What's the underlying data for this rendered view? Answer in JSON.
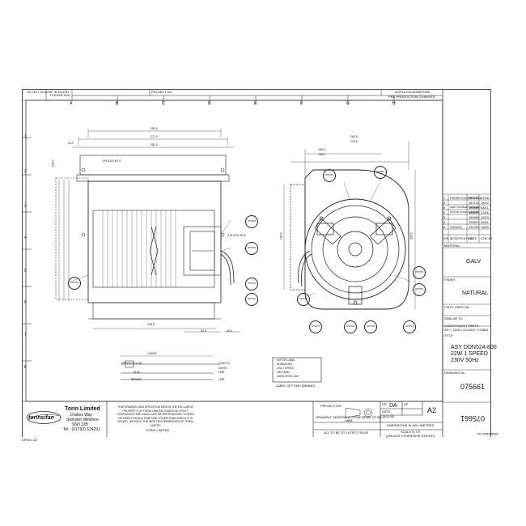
{
  "header": {
    "do_not_scale": "DO NOT SCALE",
    "if_in_doubt": "IF IN DOUBT PLEASE ASK",
    "project_no": "PROJECT No:",
    "alpha_issue": "ALPHA ISSUE/BEFORE",
    "pre_production": "PRE-PRODUCTION CHANGES"
  },
  "grid": {
    "columns": [
      "A",
      "B",
      "C",
      "D",
      "E",
      "F",
      "G",
      "H"
    ],
    "rows": [
      "1",
      "2",
      "3",
      "4",
      "5",
      "6",
      "7",
      "8"
    ]
  },
  "revision_table": {
    "rows": [
      {
        "iss": "7",
        "desc": "FINISH CORRECTED",
        "num": "220298",
        "date": "17/08"
      },
      {
        "iss": "6",
        "desc": "",
        "num": "187192",
        "date": "18/02"
      },
      {
        "iss": "5",
        "desc": "CERT NUMBER CHANGED",
        "num": "183083",
        "date": "08/11"
      },
      {
        "iss": "4",
        "desc": "MOTOR CODE CHANGED",
        "num": "180002",
        "date": "12/06"
      },
      {
        "iss": "3",
        "desc": "",
        "num": "169960",
        "date": "15/03"
      },
      {
        "iss": "2",
        "desc": "",
        "num": "233997",
        "date": "09/01"
      },
      {
        "iss": "A",
        "desc": "ISSUED",
        "num": "231393",
        "date": "18/09"
      }
    ],
    "head_iss": "ISS",
    "head_mod": "MODIFICATION",
    "head_date": "DATE",
    "head_chk": "CHK BY"
  },
  "material_label": "MATERIAL",
  "material_value": "GALV",
  "finish_label": "FINISH",
  "finish_value": "NATURAL",
  "first_used_label": "FIRST USED ON",
  "similar_to_label": "SIMILAR TO",
  "constituent_label": "CONSTITUENT PARTS",
  "constituent_value": "ASY / DDN / 524-800 / 075661",
  "title_label": "TITLE",
  "title_lines": [
    "ASY DDN524-800",
    "22W 1 SPEED",
    "230V 50Hz"
  ],
  "drawing_no_label": "DRAWING No",
  "drawing_no": "075661",
  "drawing_no_rotated": "075661",
  "drawing_no_rotated_label": "DRAWING No",
  "company": {
    "logo": "torinsifan",
    "name": "Torin Limited",
    "addr1": "Drakes Way",
    "addr2": "Swindon Wiltshire",
    "addr3": "SN3 3JB",
    "tel": "Tel : (01793) 524291"
  },
  "copyright_note": "THIS DRAWING AND SPECIFICATIONS IS THE EXCLUSIVE PROPERTY OF TORIN LIMITED ISSUED IN STRICT CONFIDENCE AND SHALL NOT BE REPRODUCED, COPIED OR USED FOR ANY PURPOSE OTHER THAN WHICH IT IS ISSUED, WITHOUT THE WRITTEN PERMISSION OF TORIN LIMITED",
  "torin_ltd_small": "TORIN LIMITED",
  "projection_label": "PROJECTION",
  "drawing_standard": "DRAWING GENERALLY CONFORMS TO BS 8888",
  "latest_issue": "ALL TO BE TO LATEST ISSUE",
  "dim_note": "DIMENSIONS IN MILLIMETRES",
  "scale_note": "SCALE  N.T.S",
  "unless_note": "(UNLESS OTHERWISE STATED)",
  "drawn_by_label": "DR",
  "drawn_by": "DA",
  "ap_label": "AP",
  "date_label": "DATE",
  "date_value": "18/11/05",
  "sheet_size": "A2",
  "corner_ref": "DP54/1 A2",
  "label_box": [
    "MOTOR LABEL",
    "DDN524-800",
    "22W 1 SPEED",
    "230V 50Hz",
    "CAPACITOR 1.5uF"
  ],
  "label_caption": "LABEL SETTING (BRAND)",
  "callouts": {
    "c1": "075759",
    "c2": "075662",
    "c3": "075663",
    "c4": "075700",
    "c5": "075701",
    "c6": "075702",
    "c7": "075703",
    "c8": "075704",
    "c9": "075705",
    "c10": "075706",
    "c11": "075707",
    "c12": "075708",
    "c13": "075709",
    "c14": "075710"
  },
  "dims": {
    "d1": "282.0",
    "d2": "271.0",
    "d3": "251.0",
    "d4": "228.5",
    "d5": "196.0",
    "d6": "198.5",
    "d7": "262.0",
    "d8": "218.5",
    "d9": "105.0",
    "d10": "92.0",
    "d11": "65.0",
    "d12": "11.0",
    "d13": "4 HOLES Ø7.0",
    "d14": "3 SLOTS Ø7.0",
    "d15": "160.0",
    "d16": "200.0"
  },
  "wires": {
    "header": "140020",
    "w1_label": "GREEN/YELLOW",
    "w2_label": "BLUE",
    "w3_label": "BROWN",
    "w1_right": "2 BOOTS",
    "w2_right": "LINE",
    "w3_right": "LINE",
    "w1_end": "EARTH"
  }
}
